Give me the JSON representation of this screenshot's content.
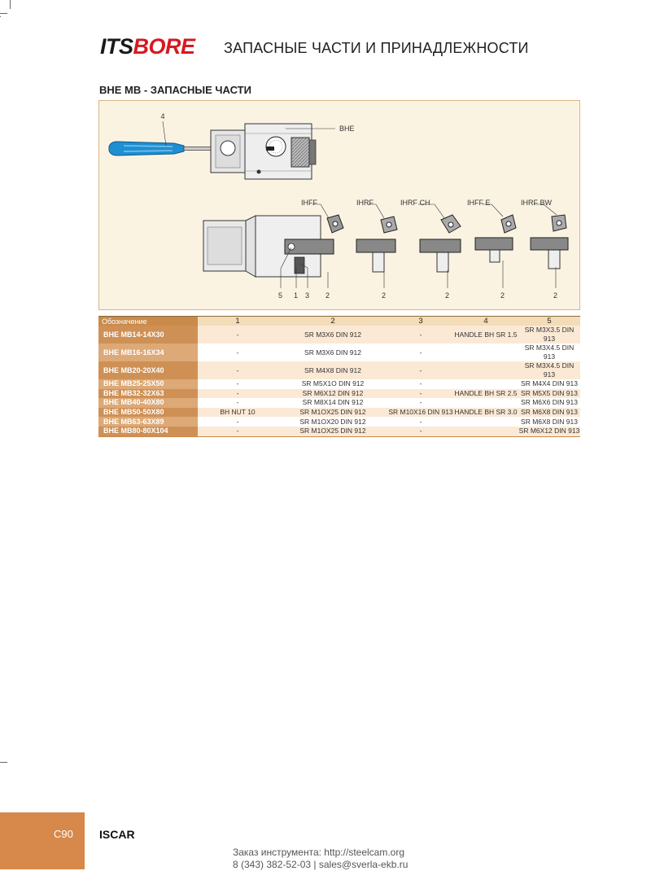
{
  "logo": {
    "its": "ITS",
    "bore": "BORE"
  },
  "page_header": "ЗАПАСНЫЕ ЧАСТИ И ПРИНАДЛЕЖНОСТИ",
  "section_title": "BHE MB - ЗАПАСНЫЕ ЧАСТИ",
  "figure": {
    "label_4": "4",
    "label_bhe": "BHE",
    "insert_labels": [
      "IHFF",
      "IHRF",
      "IHRF CH",
      "IHFF E",
      "IHRF BW"
    ],
    "bottom_labels": [
      "5",
      "1",
      "3",
      "2",
      "2",
      "2",
      "2",
      "2"
    ]
  },
  "table": {
    "headers": [
      "Обозначение",
      "1",
      "2",
      "3",
      "4",
      "5"
    ],
    "rows": [
      [
        "BHE MB14-14X30",
        "-",
        "SR M3X6 DIN 912",
        "-",
        "HANDLE BH SR 1.5",
        "SR M3X3.5 DIN 913"
      ],
      [
        "BHE MB16-16X34",
        "-",
        "SR M3X6 DIN 912",
        "-",
        "",
        "SR M3X4.5 DIN 913"
      ],
      [
        "BHE MB20-20X40",
        "-",
        "SR M4X8 DIN 912",
        "-",
        "",
        "SR M3X4.5 DIN 913"
      ],
      [
        "BHE MB25-25X50",
        "-",
        "SR M5X1O DIN 912",
        "-",
        "",
        "SR M4X4 DIN 913"
      ],
      [
        "BHE MB32-32X63",
        "-",
        "SR M6X12 DIN 912",
        "-",
        "HANDLE BH SR 2.5",
        "SR M5X5 DIN 913"
      ],
      [
        "BHE MB40-40X80",
        "-",
        "SR M8X14 DIN 912",
        "-",
        "",
        "SR M6X6 DIN 913"
      ],
      [
        "BHE MB50-50X80",
        "BH NUT 10",
        "SR M1OX25 DIN 912",
        "SR M10X16 DIN 913",
        "HANDLE BH SR 3.0",
        "SR M6X8 DIN 913"
      ],
      [
        "BHE MB63-63X89",
        "-",
        "SR M1OX20 DIN 912",
        "-",
        "",
        "SR M6X8 DIN 913"
      ],
      [
        "BHE MB80-80X104",
        "-",
        "SR M1OX25 DIN 912",
        "-",
        "",
        "SR M6X12 DIN 913"
      ]
    ]
  },
  "footer": {
    "page_number": "C90",
    "brand": "ISCAR",
    "order_line": "Заказ инструмента: http://steelcam.org",
    "contact_line": "8 (343) 382-52-03  |  sales@sverla-ekb.ru"
  },
  "colors": {
    "accent": "#d6894a",
    "logo_red": "#d71920",
    "figure_bg": "#fbf3e2",
    "handle_blue": "#1f8fd1"
  }
}
